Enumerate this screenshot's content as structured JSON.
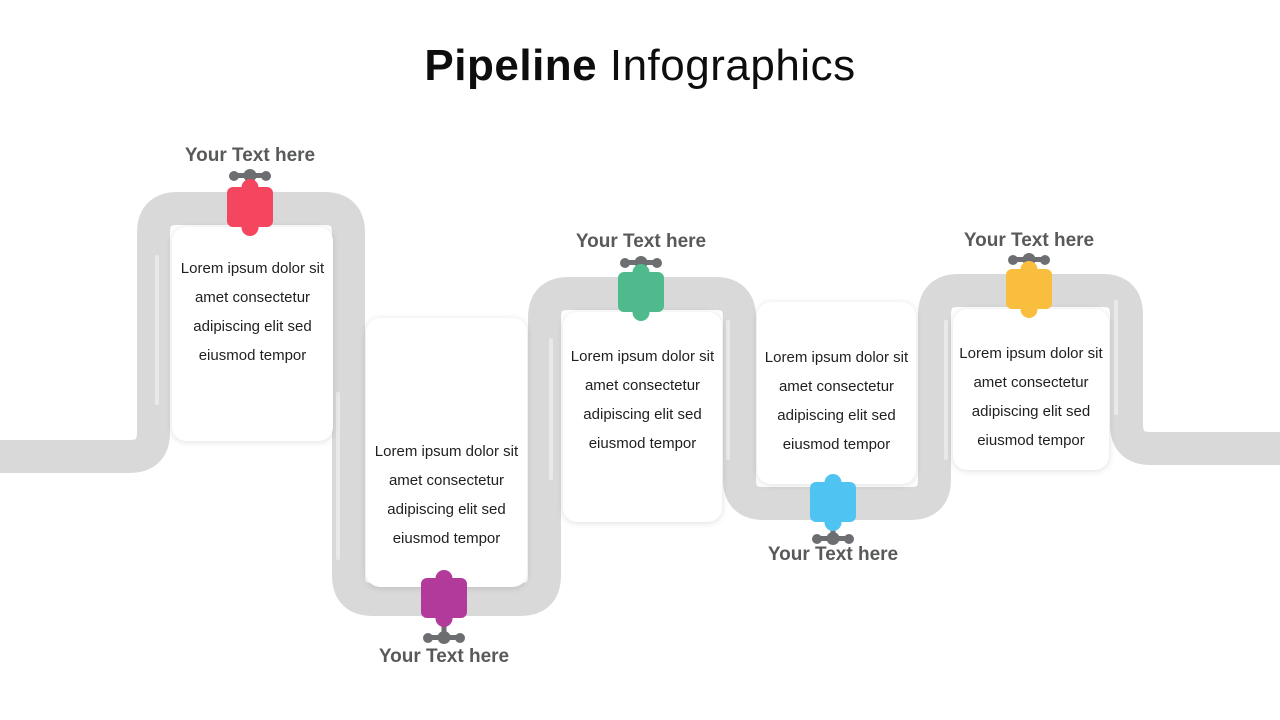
{
  "title": {
    "emphasis": "Pipeline",
    "rest": " Infographics"
  },
  "colors": {
    "pipe": "#D9D9D9",
    "pipe_highlight": "#E9E9E9",
    "card_bg": "#FFFFFF",
    "valve_handle": "#6D6E71",
    "label_text": "#58595B",
    "body_text": "#1F1F1F",
    "title_text": "#0D0D0D"
  },
  "stages": [
    {
      "label": "Your Text here",
      "color": "#F4465F",
      "text_lines": [
        "Lorem ipsum dolor sit",
        "amet consectetur",
        "adipiscing elit sed",
        "eiusmod tempor"
      ]
    },
    {
      "label": "Your Text here",
      "color": "#B13A9B",
      "text_lines": [
        "Lorem ipsum dolor sit",
        "amet consectetur",
        "adipiscing elit sed",
        "eiusmod tempor"
      ]
    },
    {
      "label": "Your Text here",
      "color": "#4FBA8C",
      "text_lines": [
        "Lorem ipsum dolor sit",
        "amet consectetur",
        "adipiscing elit sed",
        "eiusmod tempor"
      ]
    },
    {
      "label": "Your Text here",
      "color": "#4FC4F2",
      "text_lines": [
        "Lorem ipsum dolor sit",
        "amet consectetur",
        "adipiscing elit sed",
        "eiusmod tempor"
      ]
    },
    {
      "label": "Your Text here",
      "color": "#F9BE3E",
      "text_lines": [
        "Lorem ipsum dolor sit",
        "amet consectetur",
        "adipiscing elit sed",
        "eiusmod tempor"
      ]
    }
  ]
}
